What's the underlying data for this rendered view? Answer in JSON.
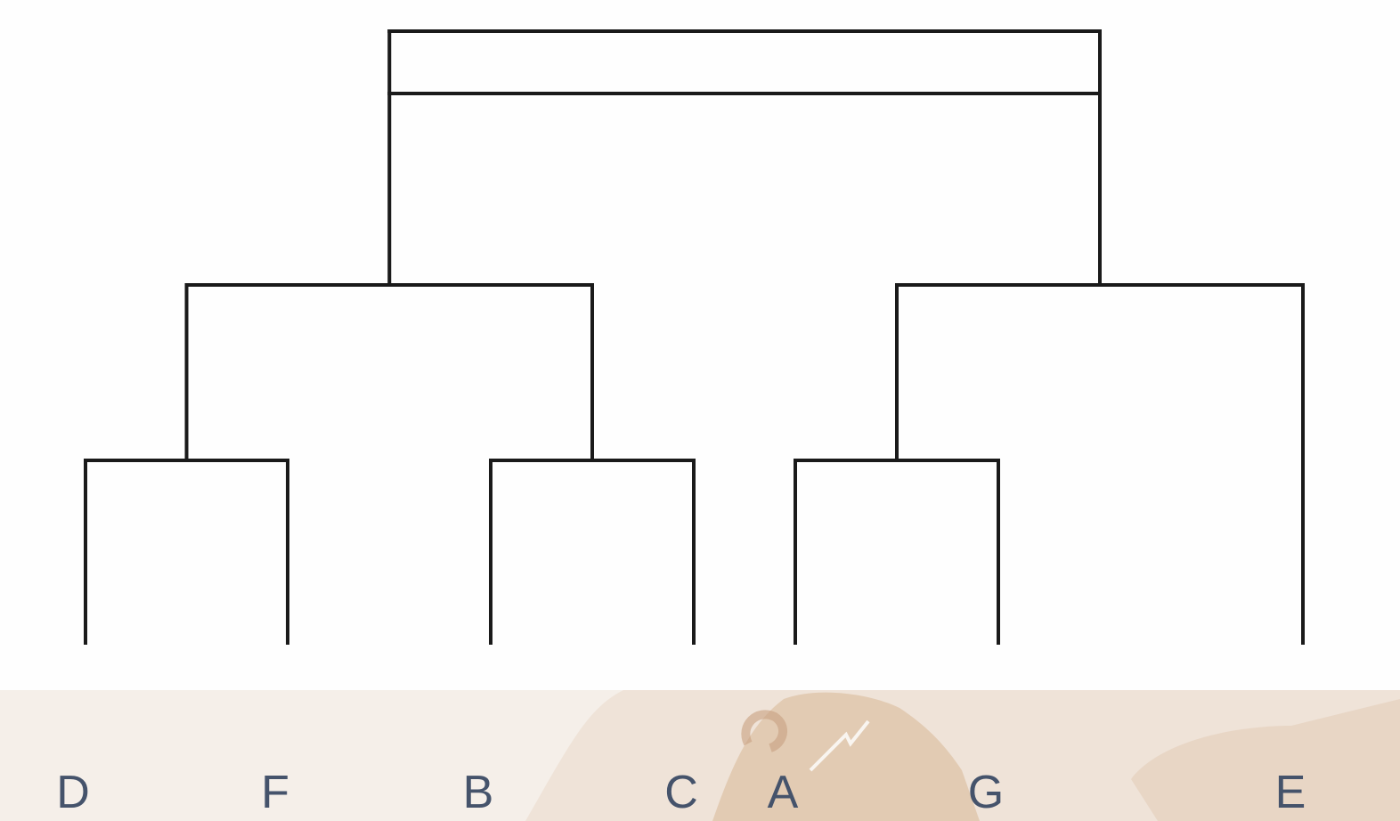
{
  "diagram": {
    "type": "dendrogram",
    "leaf_order": [
      "D",
      "F",
      "B",
      "C",
      "A",
      "G",
      "E"
    ],
    "clusters": [
      {
        "id": "DF",
        "children": [
          "D",
          "F"
        ]
      },
      {
        "id": "BC",
        "children": [
          "B",
          "C"
        ]
      },
      {
        "id": "AG",
        "children": [
          "A",
          "G"
        ]
      },
      {
        "id": "DFBC",
        "children": [
          "DF",
          "BC"
        ]
      },
      {
        "id": "AGE",
        "children": [
          "AG",
          "E"
        ]
      },
      {
        "id": "root",
        "children": [
          "DFBC",
          "AGE"
        ]
      }
    ],
    "colors": {
      "lines": "#1a1a1a",
      "label_text": "#45536b",
      "background": "#fefefe",
      "watermark_band": "#efe3d8",
      "watermark_shapes": "#ddc0a4"
    }
  }
}
